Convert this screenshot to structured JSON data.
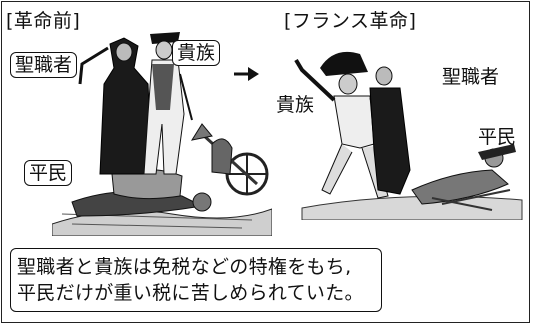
{
  "before": {
    "heading": "[革命前]",
    "labels": {
      "clergy": "聖職者",
      "nobility": "貴族",
      "commoner": "平民"
    }
  },
  "after": {
    "heading": "[フランス革命]",
    "labels": {
      "clergy": "聖職者",
      "nobility": "貴族",
      "commoner": "平民"
    }
  },
  "arrow_icon": "right-arrow-icon",
  "caption": {
    "line1": "聖職者と貴族は免税などの特権をもち,",
    "line2": "平民だけが重い税に苦しめられていた。"
  },
  "colors": {
    "ink": "#111111",
    "paper": "#ffffff"
  }
}
